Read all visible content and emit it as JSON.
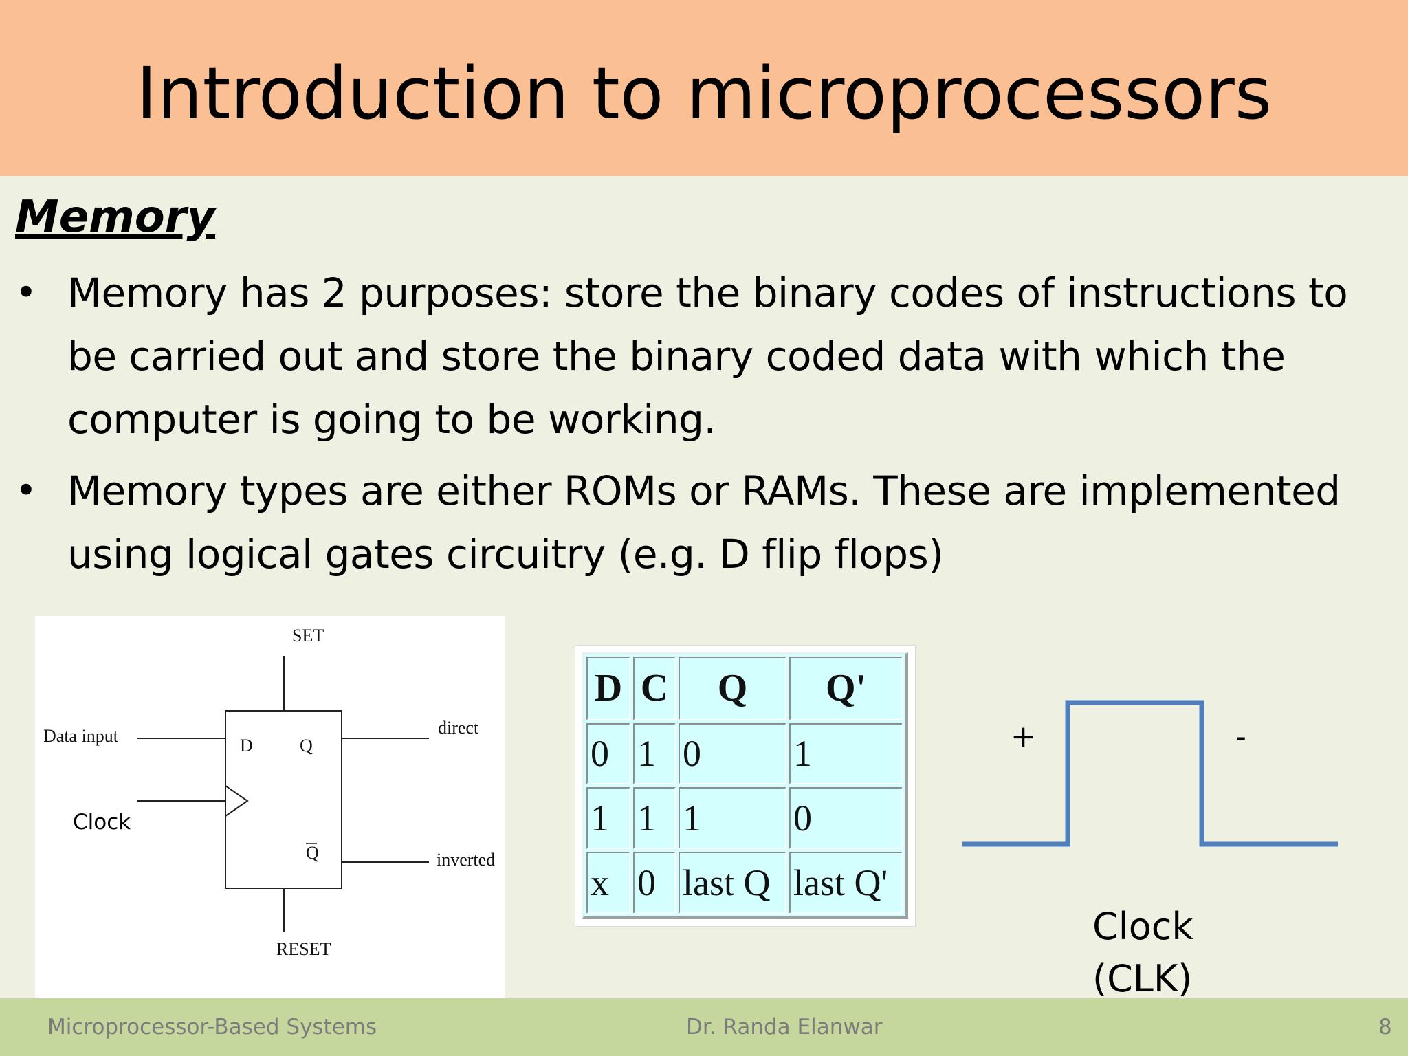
{
  "slide": {
    "title": "Introduction to microprocessors",
    "section_heading": "Memory",
    "bullets": [
      "Memory has 2 purposes: store the binary codes of instructions to be carried out and store the binary coded data with which the computer is going to be working.",
      "Memory types are either ROMs or RAMs. These are implemented using logical gates circuitry (e.g. D flip flops)"
    ],
    "bullet_glyph": "•"
  },
  "flipflop_diagram": {
    "set": "SET",
    "reset": "RESET",
    "data_input": "Data input",
    "clock": "Clock",
    "pin_d": "D",
    "pin_q": "Q",
    "pin_qbar": "Q",
    "direct": "direct",
    "inverted": "inverted"
  },
  "truth_table": {
    "headers": [
      "D",
      "C",
      "Q",
      "Q'"
    ],
    "rows": [
      [
        "0",
        "1",
        "0",
        "1"
      ],
      [
        "1",
        "1",
        "1",
        "0"
      ],
      [
        "x",
        "0",
        "last Q",
        "last Q'"
      ]
    ],
    "background_color": "#d3ffff"
  },
  "clock_waveform": {
    "plus": "+",
    "minus": "-",
    "label_line1": "Clock",
    "label_line2": "(CLK)",
    "line_color": "#4f7fbd"
  },
  "footer": {
    "left": "Microprocessor-Based Systems",
    "center": "Dr. Randa Elanwar",
    "page_number": "8"
  },
  "colors": {
    "title_bar": "#fbbf94",
    "body_background": "#eef0e2",
    "footer_bar": "#c6d79e"
  }
}
